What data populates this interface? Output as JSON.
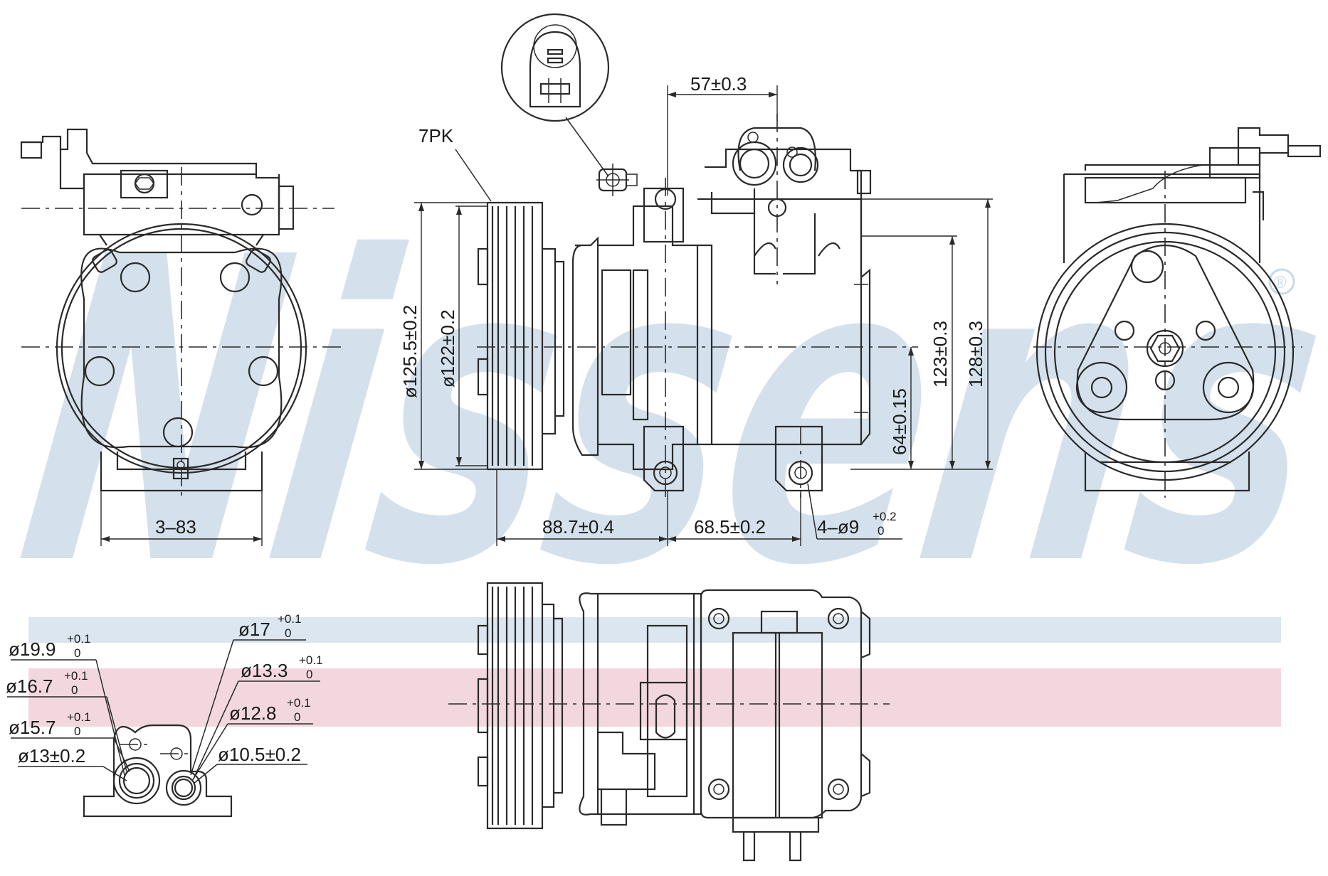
{
  "brand": {
    "watermark": "Nissens",
    "registered_mark": "®",
    "colors": {
      "watermark_blue": "#c9d9e7",
      "band_blue": "#dbe6f0",
      "band_pink": "#f2d8de",
      "line": "#2a2a2a"
    }
  },
  "labels": {
    "belt": "7PK",
    "dim_57": "57±0.3",
    "dim_125_5": "ø125.5±0.2",
    "dim_122": "ø122±0.2",
    "dim_123": "123±0.3",
    "dim_128": "128±0.3",
    "dim_64": "64±0.15",
    "dim_3_83": "3–83",
    "dim_88_7": "88.7±0.4",
    "dim_68_5": "68.5±0.2",
    "holes": "4–ø9",
    "holes_tol_upper": "+0.2",
    "holes_tol_lower": "0",
    "d19_9": "ø19.9",
    "d16_7": "ø16.7",
    "d15_7": "ø15.7",
    "d13": "ø13±0.2",
    "d17": "ø17",
    "d13_3": "ø13.3",
    "d12_8": "ø12.8",
    "d10_5": "ø10.5±0.2",
    "tol_upper": "+0.1",
    "tol_lower": "0"
  }
}
